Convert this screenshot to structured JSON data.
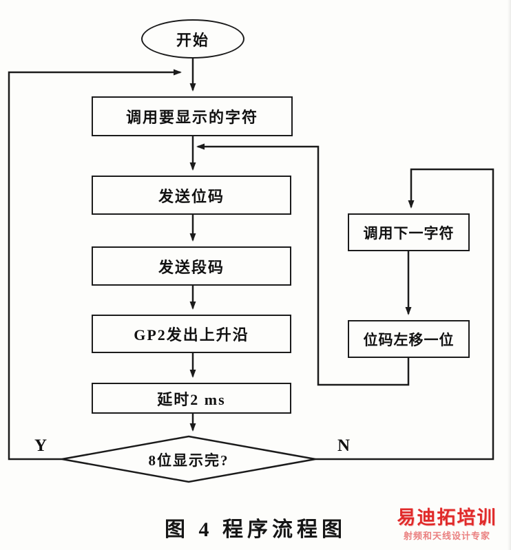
{
  "figure": {
    "caption": "图 4  程序流程图",
    "nodes": {
      "start": "开始",
      "call_char": "调用要显示的字符",
      "send_bit": "发送位码",
      "send_seg": "发送段码",
      "gp2": "GP2发出上升沿",
      "delay": "延时2 ms",
      "decision": "8位显示完?",
      "next_char": "调用下一字符",
      "shift_left": "位码左移一位"
    },
    "branch_labels": {
      "yes": "Y",
      "no": "N"
    },
    "line_color": "#1b1b1b"
  },
  "watermark": {
    "title": "易迪拓培训",
    "subtitle": "射频和天线设计专家",
    "title_color": "#e02a2a",
    "subtitle_color": "#ea8080"
  }
}
